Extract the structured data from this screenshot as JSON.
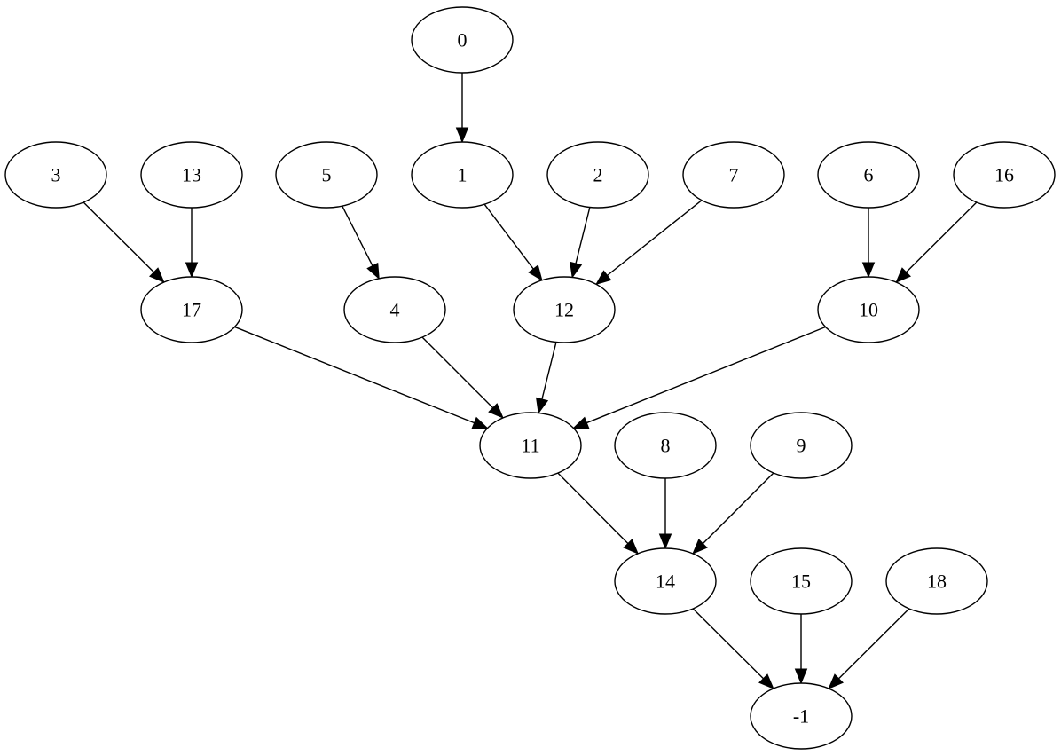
{
  "graph": {
    "nodes": [
      {
        "id": "0",
        "label": "0"
      },
      {
        "id": "3",
        "label": "3"
      },
      {
        "id": "13",
        "label": "13"
      },
      {
        "id": "5",
        "label": "5"
      },
      {
        "id": "1",
        "label": "1"
      },
      {
        "id": "2",
        "label": "2"
      },
      {
        "id": "7",
        "label": "7"
      },
      {
        "id": "6",
        "label": "6"
      },
      {
        "id": "16",
        "label": "16"
      },
      {
        "id": "17",
        "label": "17"
      },
      {
        "id": "4",
        "label": "4"
      },
      {
        "id": "12",
        "label": "12"
      },
      {
        "id": "10",
        "label": "10"
      },
      {
        "id": "11",
        "label": "11"
      },
      {
        "id": "8",
        "label": "8"
      },
      {
        "id": "9",
        "label": "9"
      },
      {
        "id": "14",
        "label": "14"
      },
      {
        "id": "15",
        "label": "15"
      },
      {
        "id": "18",
        "label": "18"
      },
      {
        "id": "-1",
        "label": "-1"
      }
    ],
    "edges": [
      {
        "from": "0",
        "to": "1"
      },
      {
        "from": "3",
        "to": "17"
      },
      {
        "from": "13",
        "to": "17"
      },
      {
        "from": "5",
        "to": "4"
      },
      {
        "from": "1",
        "to": "12"
      },
      {
        "from": "2",
        "to": "12"
      },
      {
        "from": "7",
        "to": "12"
      },
      {
        "from": "6",
        "to": "10"
      },
      {
        "from": "16",
        "to": "10"
      },
      {
        "from": "17",
        "to": "11"
      },
      {
        "from": "4",
        "to": "11"
      },
      {
        "from": "12",
        "to": "11"
      },
      {
        "from": "10",
        "to": "11"
      },
      {
        "from": "11",
        "to": "14"
      },
      {
        "from": "8",
        "to": "14"
      },
      {
        "from": "9",
        "to": "14"
      },
      {
        "from": "14",
        "to": "-1"
      },
      {
        "from": "15",
        "to": "-1"
      },
      {
        "from": "18",
        "to": "-1"
      }
    ]
  }
}
